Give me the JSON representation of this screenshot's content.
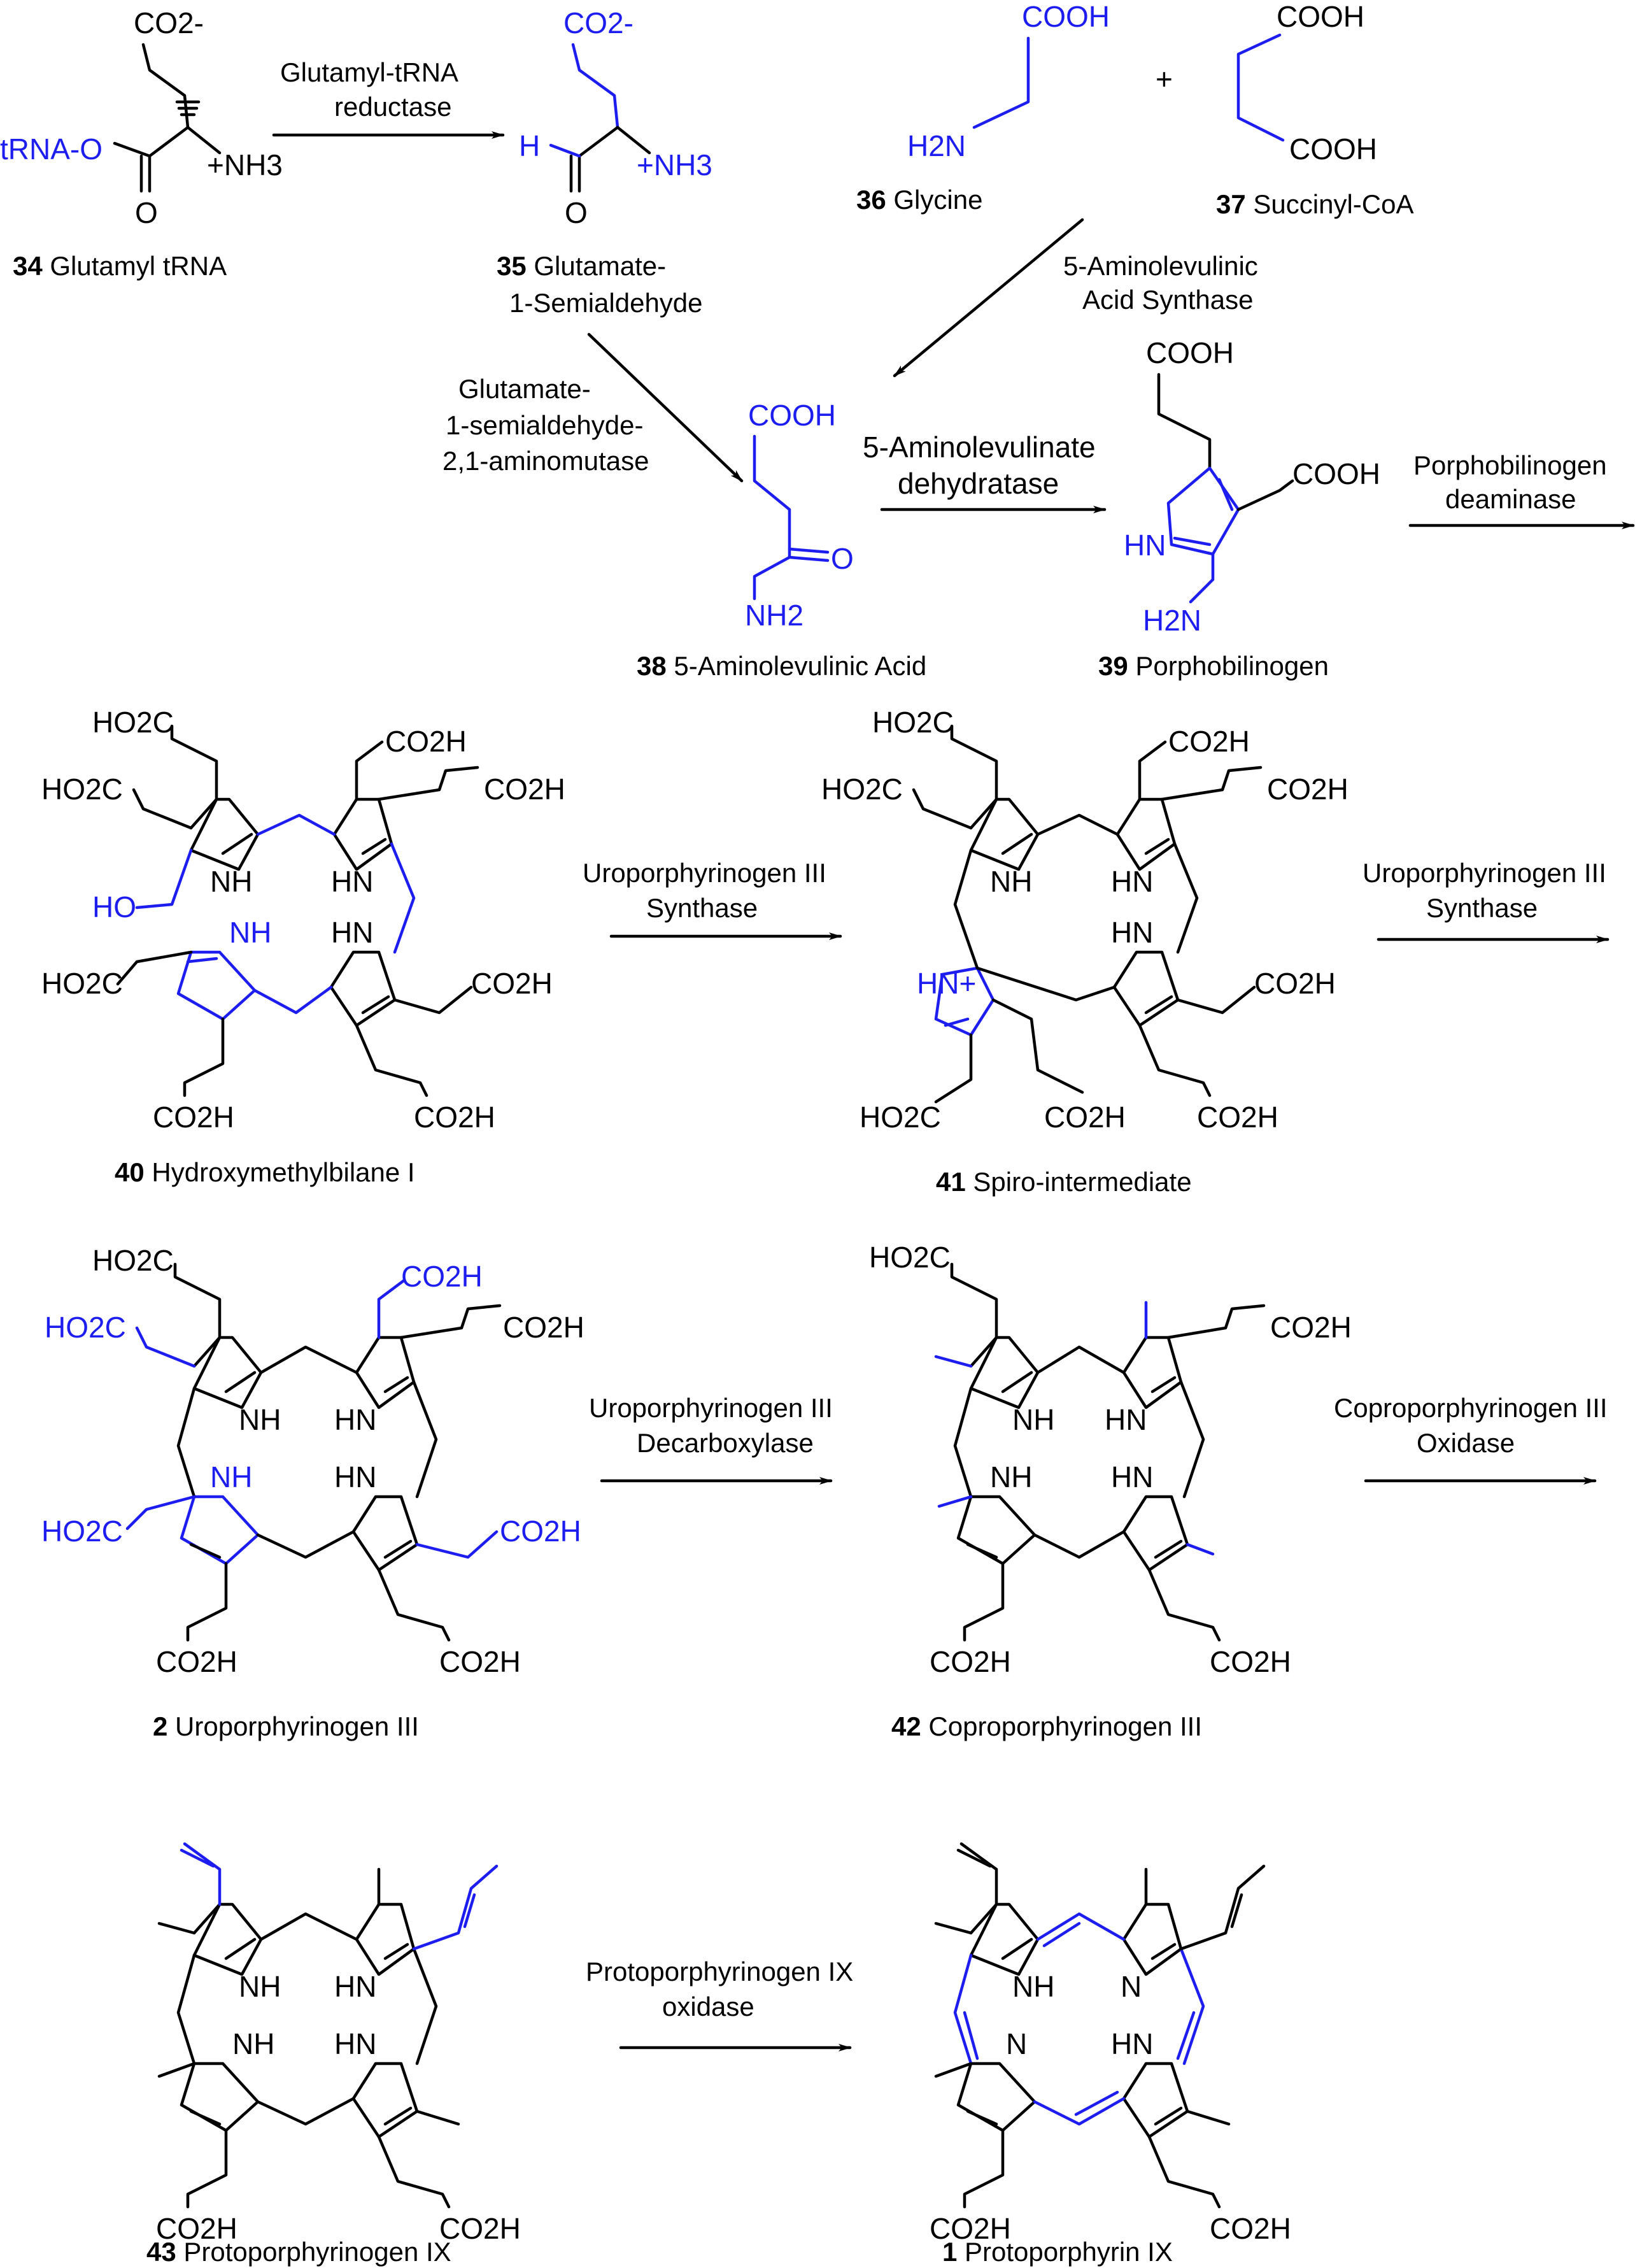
{
  "colors": {
    "bond": "#000000",
    "highlight": "#1d1df0",
    "background": "#ffffff"
  },
  "compounds": {
    "c34": {
      "num": "34",
      "name": "Glutamyl tRNA",
      "t_co2": "CO2-",
      "t_trna": "tRNA-O",
      "t_nh3": "+NH3",
      "t_o": "O"
    },
    "c35": {
      "num": "35",
      "name": "Glutamate-",
      "name2": "1-Semialdehyde",
      "t_co2": "CO2-",
      "t_h": "H",
      "t_nh3": "+NH3",
      "t_o": "O"
    },
    "c36": {
      "num": "36",
      "name": "Glycine",
      "t_cooh": "COOH",
      "t_h2n": "H2N"
    },
    "c37": {
      "num": "37",
      "name": "Succinyl-CoA",
      "t_cooh1": "COOH",
      "t_cooh2": "COOH"
    },
    "c38": {
      "num": "38",
      "name": "5-Aminolevulinic Acid",
      "t_cooh": "COOH",
      "t_o": "O",
      "t_nh2": "NH2"
    },
    "c39": {
      "num": "39",
      "name": "Porphobilinogen",
      "t_cooh1": "COOH",
      "t_cooh2": "COOH",
      "t_hn": "HN",
      "t_h2n": "H2N"
    },
    "c40": {
      "num": "40",
      "name": "Hydroxymethylbilane I",
      "t_ho": "HO"
    },
    "c41": {
      "num": "41",
      "name": "Spiro-intermediate",
      "t_hnplus": "HN+"
    },
    "c2": {
      "num": "2",
      "name": "Uroporphyrinogen III"
    },
    "c42": {
      "num": "42",
      "name": "Coproporphyrinogen III"
    },
    "c43": {
      "num": "43",
      "name": "Protoporphyrinogen IX"
    },
    "c1": {
      "num": "1",
      "name": "Protoporphyrin IX"
    }
  },
  "enzymes": {
    "e1": [
      "Glutamyl-tRNA",
      "reductase"
    ],
    "e2": [
      "5-Aminolevulinic",
      "Acid Synthase"
    ],
    "e3": [
      "Glutamate-",
      "1-semialdehyde-",
      "2,1-aminomutase"
    ],
    "e4": [
      "5-Aminolevulinate",
      "dehydratase"
    ],
    "e5": [
      "Porphobilinogen",
      "deaminase"
    ],
    "e6": [
      "Uroporphyrinogen III",
      "Synthase"
    ],
    "e7": [
      "Uroporphyrinogen III",
      "Synthase"
    ],
    "e8": [
      "Uroporphyrinogen III",
      "Decarboxylase"
    ],
    "e9": [
      "Coproporphyrinogen III",
      "Oxidase"
    ],
    "e10": [
      "Protoporphyrinogen IX",
      "oxidase"
    ]
  },
  "labels": {
    "plus": "+",
    "nh": "NH",
    "hn": "HN",
    "n": "N",
    "ho2c": "HO2C",
    "co2h": "CO2H"
  }
}
